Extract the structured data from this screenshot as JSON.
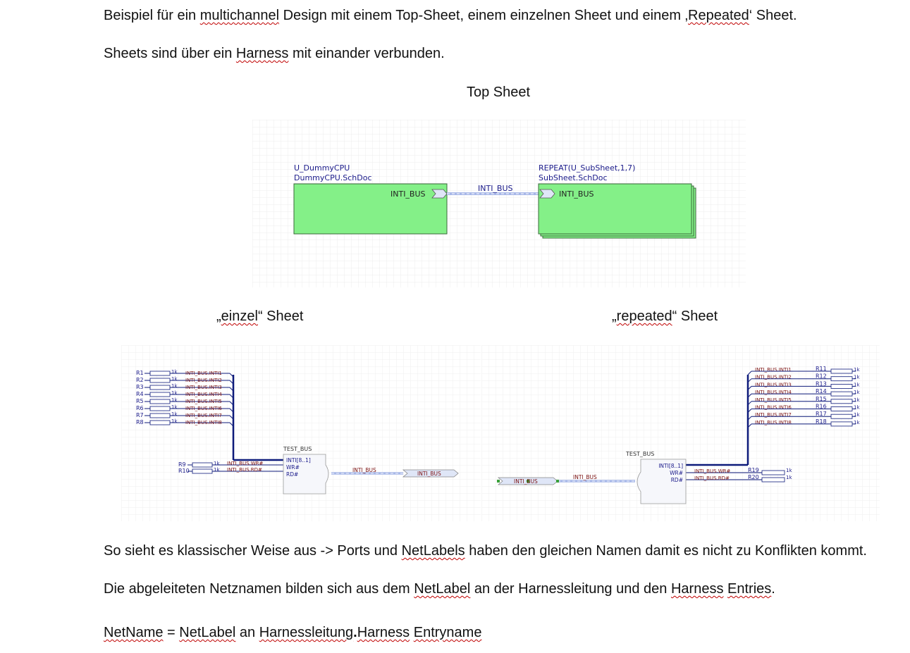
{
  "intro": {
    "line1": [
      "Beispiel für ein ",
      "multichannel",
      " Design mit einem Top-Sheet, einem einzelnen Sheet und einem ‚",
      "Repeated",
      "‘ Sheet."
    ],
    "line2": [
      "Sheets sind über ein ",
      "Harness",
      " mit einander verbunden."
    ]
  },
  "top_sheet": {
    "caption": "Top Sheet",
    "left_block": {
      "designator": "U_DummyCPU",
      "filename": "DummyCPU.SchDoc",
      "port": "INTI_BUS"
    },
    "right_block": {
      "designator": "REPEAT(U_SubSheet,1,7)",
      "filename": "SubSheet.SchDoc",
      "port": "INTI_BUS"
    },
    "harness_label": "INTI_BUS",
    "colors": {
      "sheet_fill": "#84f088",
      "sheet_border": "#3a6a3a",
      "harness": "#a8b8e8"
    }
  },
  "einzel": {
    "caption": [
      "„",
      "einzel",
      "“ Sheet"
    ],
    "resistors": [
      {
        "ref": "R1",
        "value": "1k",
        "net": "INTI_BUS.INTI1"
      },
      {
        "ref": "R2",
        "value": "1k",
        "net": "INTI_BUS.INTI2"
      },
      {
        "ref": "R3",
        "value": "1k",
        "net": "INTI_BUS.INTI3"
      },
      {
        "ref": "R4",
        "value": "1k",
        "net": "INTI_BUS.INTI4"
      },
      {
        "ref": "R5",
        "value": "1k",
        "net": "INTI_BUS.INTI5"
      },
      {
        "ref": "R6",
        "value": "1k",
        "net": "INTI_BUS.INTI6"
      },
      {
        "ref": "R7",
        "value": "1k",
        "net": "INTI_BUS.INTI7"
      },
      {
        "ref": "R8",
        "value": "1k",
        "net": "INTI_BUS.INTI8"
      }
    ],
    "lower_resistors": [
      {
        "ref": "R9",
        "value": "1k",
        "net": "INTI_BUS.WR#"
      },
      {
        "ref": "R10",
        "value": "1k",
        "net": "INTI_BUS.RD#"
      }
    ],
    "connector": {
      "name": "TEST_BUS",
      "entries": [
        "INTI[8..1]",
        "WR#",
        "RD#"
      ]
    },
    "harness_label": "INTI_BUS",
    "port_label": "INTI_BUS"
  },
  "repeated": {
    "caption": [
      "„",
      "repeated",
      "“ Sheet"
    ],
    "resistors": [
      {
        "ref": "R11",
        "value": "1k",
        "net": "INTI_BUS.INTI1"
      },
      {
        "ref": "R12",
        "value": "1k",
        "net": "INTI_BUS.INTI2"
      },
      {
        "ref": "R13",
        "value": "1k",
        "net": "INTI_BUS.INTI3"
      },
      {
        "ref": "R14",
        "value": "1k",
        "net": "INTI_BUS.INTI4"
      },
      {
        "ref": "R15",
        "value": "1k",
        "net": "INTI_BUS.INTI5"
      },
      {
        "ref": "R16",
        "value": "1k",
        "net": "INTI_BUS.INTI6"
      },
      {
        "ref": "R17",
        "value": "1k",
        "net": "INTI_BUS.INTI7"
      },
      {
        "ref": "R18",
        "value": "1k",
        "net": "INTI_BUS.INTI8"
      }
    ],
    "lower_resistors": [
      {
        "ref": "R19",
        "value": "1k",
        "net": "INTI_BUS.WR#"
      },
      {
        "ref": "R20",
        "value": "1k",
        "net": "INTI_BUS.RD#"
      }
    ],
    "connector": {
      "name": "TEST_BUS",
      "entries": [
        "INTI[8..1]",
        "WR#",
        "RD#"
      ]
    },
    "harness_label": "INTI_BUS",
    "port_label": "INTI_BUS"
  },
  "outro": {
    "line1": [
      "So sieht es klassischer Weise aus -> Ports und ",
      "NetLabels",
      " haben den gleichen Namen damit es nicht zu Konflikten kommt."
    ],
    "line2": [
      "Die abgeleiteten Netznamen bilden sich aus dem ",
      "NetLabel",
      " an der Harnessleitung und den ",
      "Harness",
      " ",
      "Entries",
      "."
    ],
    "formula": [
      "NetName",
      " = ",
      "NetLabel",
      " an ",
      "Harnessleitung",
      ".",
      "Harness",
      " ",
      "Entryname"
    ]
  }
}
